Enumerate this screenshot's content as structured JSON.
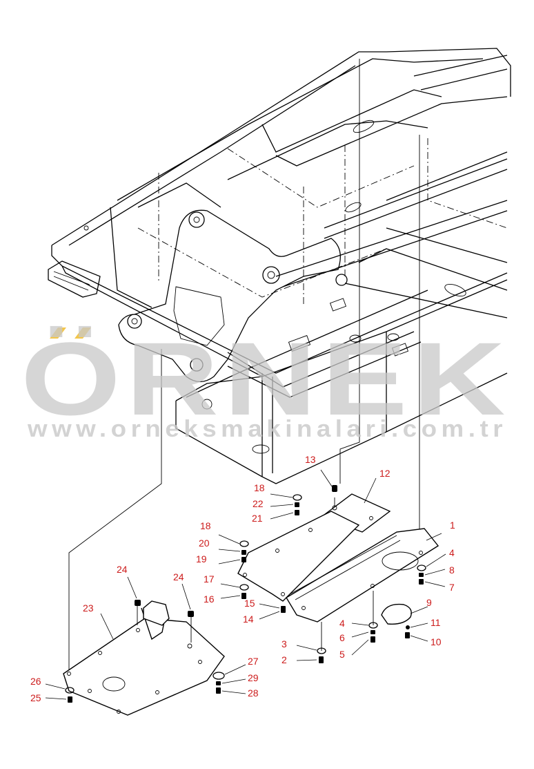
{
  "watermark": {
    "brand": "ÖRNEK",
    "url": "www.orneksmakinalari.com.tr",
    "accent_color": "#f3c64a",
    "text_color": "#c9c9c9"
  },
  "callouts": [
    "1",
    "2",
    "3",
    "4",
    "4",
    "5",
    "6",
    "7",
    "8",
    "9",
    "10",
    "11",
    "12",
    "13",
    "14",
    "15",
    "16",
    "17",
    "18",
    "18",
    "19",
    "20",
    "21",
    "22",
    "23",
    "24",
    "24",
    "25",
    "26",
    "27",
    "28",
    "29"
  ],
  "colors": {
    "callout": "#cc1a1a",
    "line": "#000000",
    "background": "#ffffff"
  }
}
